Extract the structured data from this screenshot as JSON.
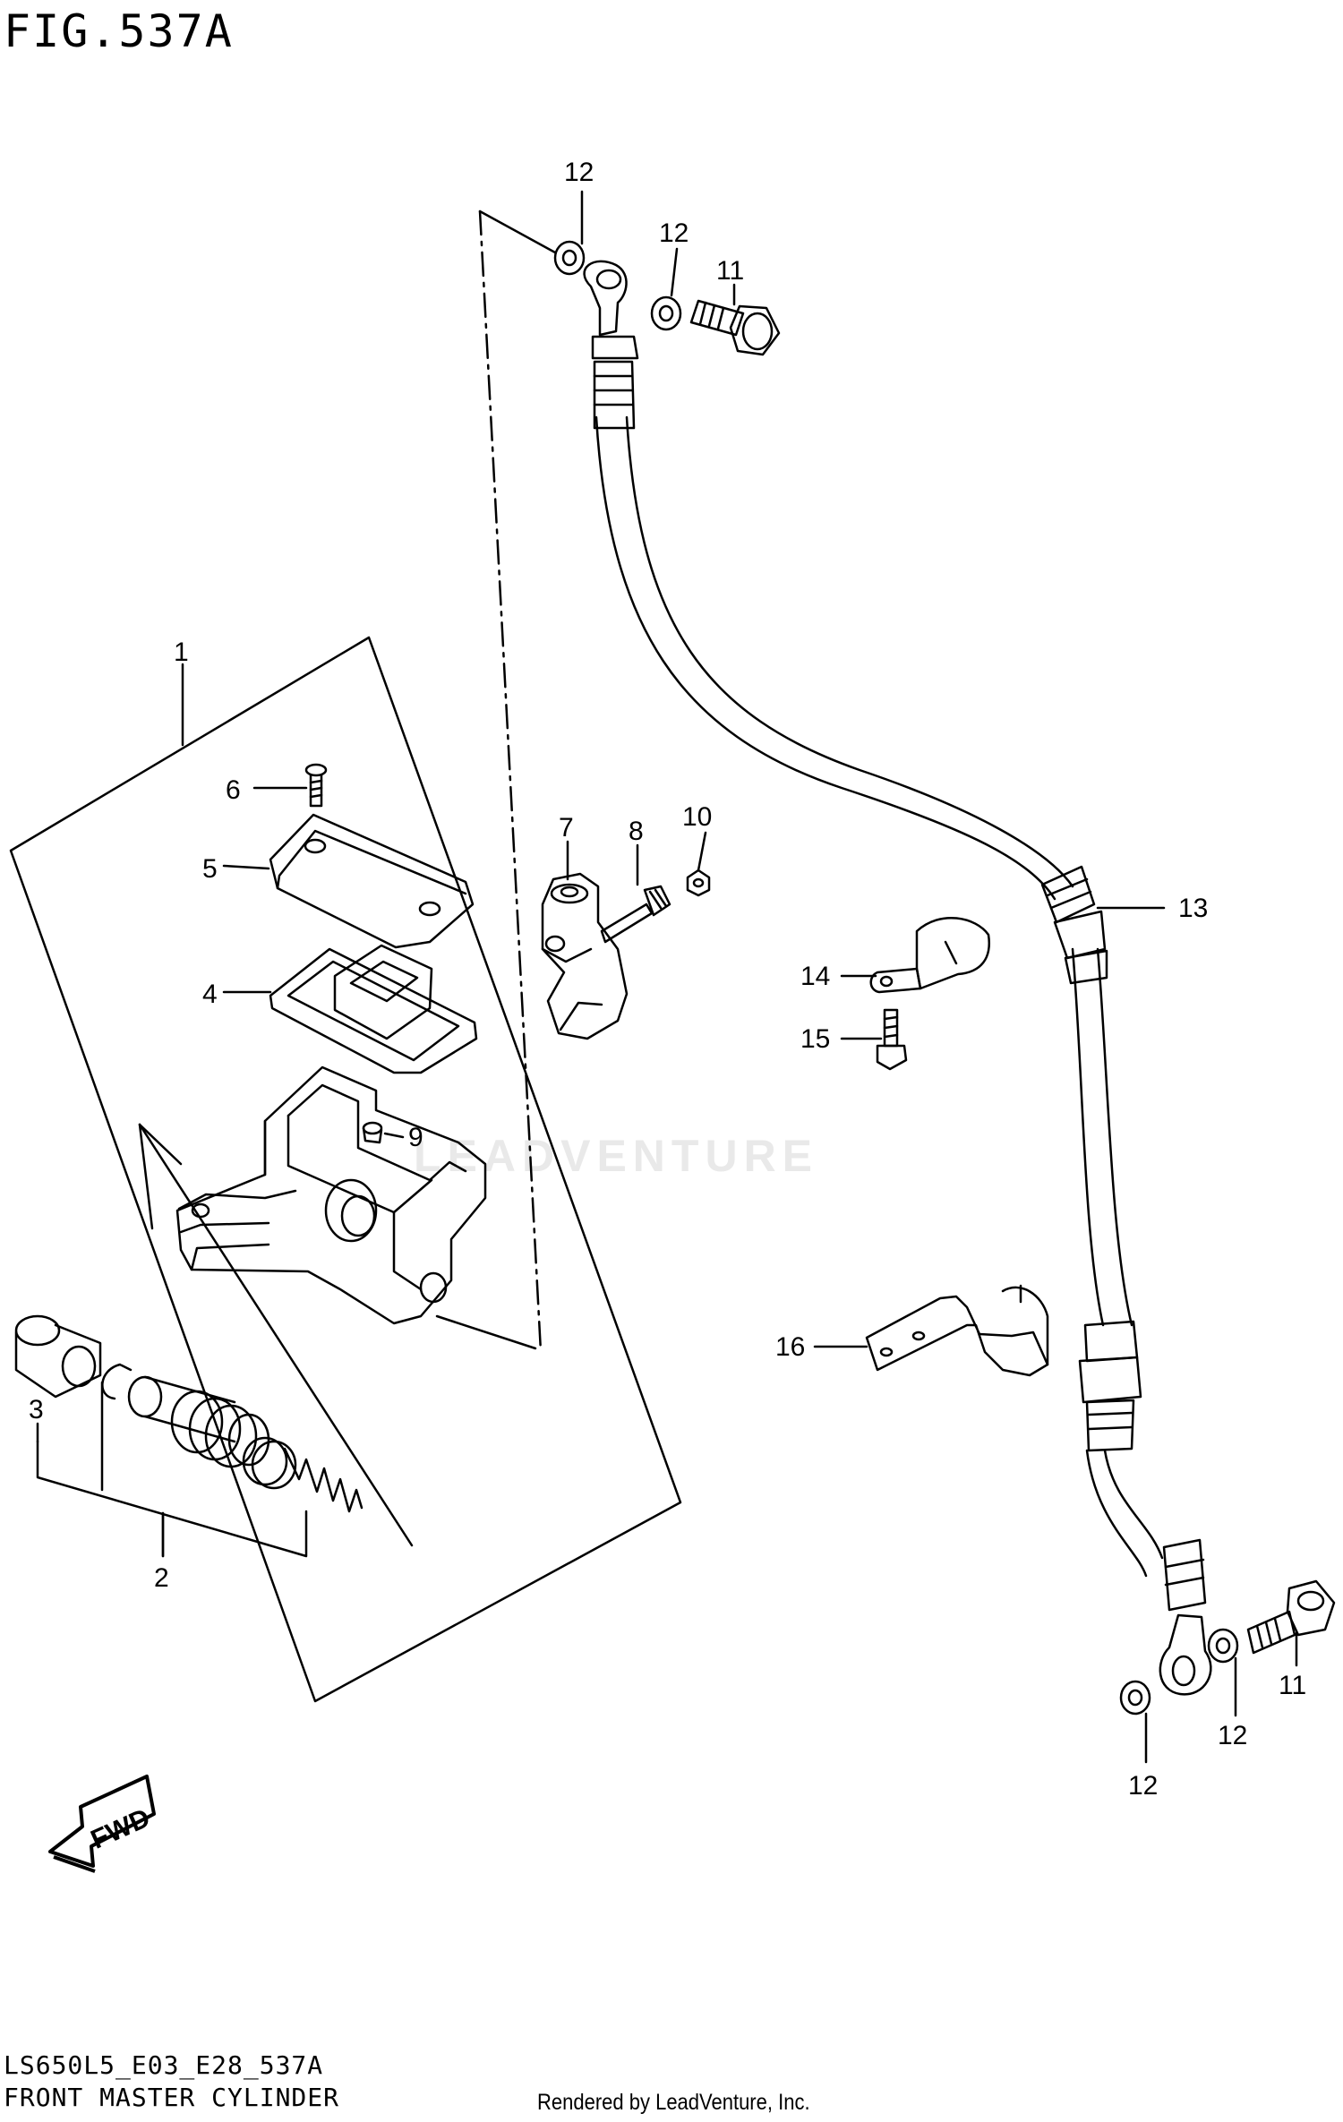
{
  "figure": {
    "title": "FIG.537A"
  },
  "footer": {
    "model_code": "LS650L5_E03_E28_537A",
    "assembly_name": "FRONT MASTER CYLINDER",
    "credit": "Rendered by LeadVenture, Inc."
  },
  "watermark": {
    "text": "LEADVENTURE"
  },
  "direction_marker": {
    "label": "FWD"
  },
  "callouts": [
    {
      "id": "c1",
      "label": "1"
    },
    {
      "id": "c2",
      "label": "2"
    },
    {
      "id": "c3",
      "label": "3"
    },
    {
      "id": "c4",
      "label": "4"
    },
    {
      "id": "c5",
      "label": "5"
    },
    {
      "id": "c6",
      "label": "6"
    },
    {
      "id": "c7",
      "label": "7"
    },
    {
      "id": "c8",
      "label": "8"
    },
    {
      "id": "c9",
      "label": "9"
    },
    {
      "id": "c10",
      "label": "10"
    },
    {
      "id": "c11a",
      "label": "11"
    },
    {
      "id": "c11b",
      "label": "11"
    },
    {
      "id": "c12a",
      "label": "12"
    },
    {
      "id": "c12b",
      "label": "12"
    },
    {
      "id": "c12c",
      "label": "12"
    },
    {
      "id": "c12d",
      "label": "12"
    },
    {
      "id": "c13",
      "label": "13"
    },
    {
      "id": "c14",
      "label": "14"
    },
    {
      "id": "c15",
      "label": "15"
    },
    {
      "id": "c16",
      "label": "16"
    }
  ]
}
